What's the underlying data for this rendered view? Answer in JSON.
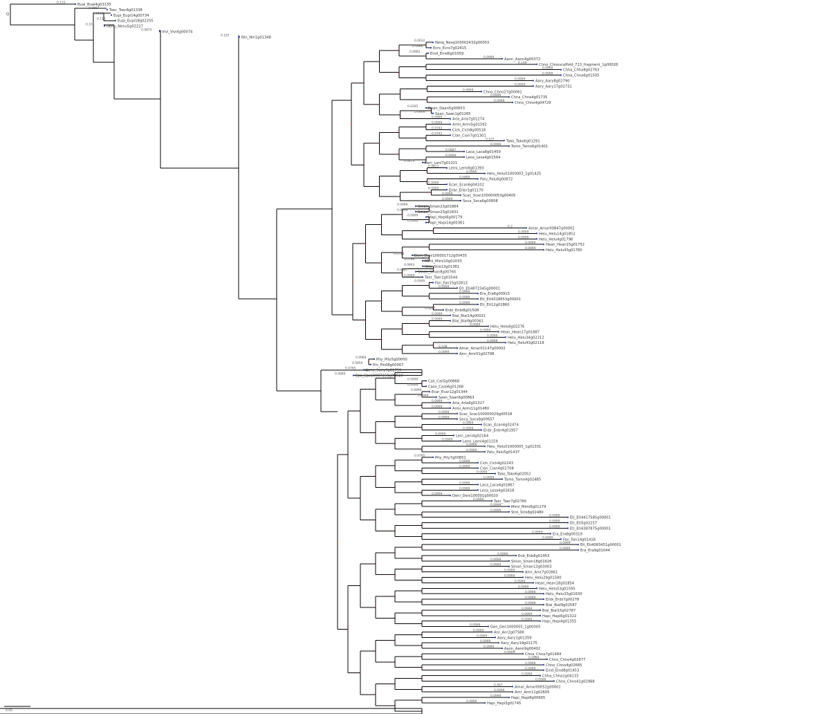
{
  "diagram": {
    "type": "phylogenetic-tree",
    "scale_label": "0.05",
    "root_label": "Q",
    "colors": {
      "branch": "#000000",
      "node_marker": "#c0392b",
      "leaf_marker": "#2a3fb5"
    }
  },
  "tips": [
    {
      "label": "Bual_Bual4g03135",
      "bl": "0.115"
    },
    {
      "label": "Tsec_Tsec6g01338",
      "bl": "0.0887"
    },
    {
      "label": "Eupi_Eupi14g00734",
      "bl": "0.0942"
    },
    {
      "label": "Eupi_Eupi18g02255",
      "bl": "0.116"
    },
    {
      "label": "Nenu_Nenu5g02217",
      "bl": "0.101"
    },
    {
      "label": "Vivi_Vivi4g00074",
      "bl": "0.0875"
    },
    {
      "label": "Nin_Nin1g01348",
      "bl": "0.187"
    },
    {
      "label": "Nesq_Nesq100002432g00053",
      "bl": "0.0632"
    },
    {
      "label": "Ecro_Ecro7g02415",
      "bl": "0.0966"
    },
    {
      "label": "Eind_Eind6g01059",
      "bl": "0.0882"
    },
    {
      "label": "Aann_Aann4g00372",
      "bl": "0.0999"
    },
    {
      "label": "Chno_Chnoscaffold_713_fragment_1g00028",
      "bl": "0.149"
    },
    {
      "label": "Chha_Chha8g02763",
      "bl": "0.0999"
    },
    {
      "label": "Chna_Chna6g01505",
      "bl": "0.0999"
    },
    {
      "label": "Aary_Aary8g02790",
      "bl": "0.0999"
    },
    {
      "label": "Aary_Aary17g02731",
      "bl": "0.0999"
    },
    {
      "label": "Chno_Chno27g00061",
      "bl": "0.0999"
    },
    {
      "label": "Chna_Chna4g01735",
      "bl": "0.0999"
    },
    {
      "label": "Chno_Chno4g04729",
      "bl": "0.0999"
    },
    {
      "label": "Dean_Dean5g00653",
      "bl": "0.0285"
    },
    {
      "label": "Saan_Saan1g01265",
      "bl": "0.0646"
    },
    {
      "label": "Aria_Aria7g01274",
      "bl": "0.0999"
    },
    {
      "label": "Armi_Armi5g01592",
      "bl": "0.0999"
    },
    {
      "label": "Cich_Cich8g00518",
      "bl": "0.0742"
    },
    {
      "label": "Cian_Cian7g01301",
      "bl": "0.0742"
    },
    {
      "label": "Tako_Tako6g01291",
      "bl": "0.107"
    },
    {
      "label": "Tamo_Tamo6g01401",
      "bl": "0.0999"
    },
    {
      "label": "Laca_Laca8g01459",
      "bl": "0.0887"
    },
    {
      "label": "Lesa_Lesa4g01564",
      "bl": "0.0999"
    },
    {
      "label": "Lani_Lani7g01321",
      "bl": "0.0475"
    },
    {
      "label": "Lemi_Lemi8g01393",
      "bl": "0.0813"
    },
    {
      "label": "Helu_Helu01000003_1g01425",
      "bl": "0.0999"
    },
    {
      "label": "Palu_Palu6g00872",
      "bl": "0.0869"
    },
    {
      "label": "Ecan_Ecan6g04102",
      "bl": "0.0999"
    },
    {
      "label": "Enbr_Enbr1g01170",
      "bl": "0.0999"
    },
    {
      "label": "Scac_Scac100000053g00405",
      "bl": "0.0999"
    },
    {
      "label": "Soca_Soca6g00958",
      "bl": "0.0999"
    },
    {
      "label": "Sman_Sman23g01884",
      "bl": "0.0999"
    },
    {
      "label": "Sman_Sman23g01831",
      "bl": "0.0999"
    },
    {
      "label": "Hapi_Hapi6g00179",
      "bl": "0.0999"
    },
    {
      "label": "Hapi_Hapi14g00361",
      "bl": "0.0999"
    },
    {
      "label": "Amar_Amar00847g00002",
      "bl": "0.2"
    },
    {
      "label": "Helu_Helu14g01852",
      "bl": "0.0999"
    },
    {
      "label": "Helu_Helu4g01798",
      "bl": "0.0999"
    },
    {
      "label": "Hean_Hean15g01752",
      "bl": "0.0999"
    },
    {
      "label": "Helu_Helu43g01780",
      "bl": "0.0999"
    },
    {
      "label": "Deni_Deni100001712g00435",
      "bl": "0.0748"
    },
    {
      "label": "Mimi_Mimi10g02033",
      "bl": "0.0766"
    },
    {
      "label": "Stro_Stro13g01381",
      "bl": "0.0863"
    },
    {
      "label": "Smon_Smon8g00765",
      "bl": "0.0887"
    },
    {
      "label": "Taer_Taer1g03544",
      "bl": "0.0969"
    },
    {
      "label": "Fan_Fan15g02813",
      "bl": "0.0999"
    },
    {
      "label": "Eti_Eti4872345g00001",
      "bl": "0.0999"
    },
    {
      "label": "Era_Era6g00915",
      "bl": "0.0999"
    },
    {
      "label": "Eti_Eti4318653g00001",
      "bl": "0.0999"
    },
    {
      "label": "Eti_Eti12g01860",
      "bl": "0.0999"
    },
    {
      "label": "Enbi_Enbi8g01508",
      "bl": "0.0857"
    },
    {
      "label": "Bial_Bial14g00021",
      "bl": "0.0999"
    },
    {
      "label": "Bial_Bial9g00361",
      "bl": "0.0999"
    },
    {
      "label": "Helu_Helu6g02276",
      "bl": "0.0999"
    },
    {
      "label": "Hean_Hean17g01887",
      "bl": "0.0999"
    },
    {
      "label": "Helu_Helu34g02212",
      "bl": "0.0999"
    },
    {
      "label": "Helu_Helu43g02118",
      "bl": "0.0999"
    },
    {
      "label": "Amar_Amar01147g00002",
      "bl": "0.108"
    },
    {
      "label": "Amr_Amr01g02798",
      "bl": "0.0999"
    },
    {
      "label": "Pity_Pity5g00000",
      "bl": "0.0968"
    },
    {
      "label": "Pin_Pin08g00007",
      "bl": "0.0856"
    },
    {
      "label": "Sony_Sony9g01759",
      "bl": "0.0765"
    },
    {
      "label": "Epa_Epa10007158g00010",
      "bl": "0.0889"
    },
    {
      "label": "Cali_Cali5g00868",
      "bl": "0.0999"
    },
    {
      "label": "Caso_Caso6g01268",
      "bl": "0.0999"
    },
    {
      "label": "Ecar_Ecar12g01344",
      "bl": "0.0999"
    },
    {
      "label": "Saan_Saan6g00863",
      "bl": "0.0999"
    },
    {
      "label": "Aria_Aria6g01317",
      "bl": "0.0999"
    },
    {
      "label": "Armi_Armi11g01480",
      "bl": "0.0999"
    },
    {
      "label": "Scac_Scac100000029g00518",
      "bl": "0.0999"
    },
    {
      "label": "Soca_Soca8g00657",
      "bl": "0.0999"
    },
    {
      "label": "Ecan_Ecan4g02474",
      "bl": "0.0999"
    },
    {
      "label": "Enbr_Enbr4g01957",
      "bl": "0.0999"
    },
    {
      "label": "Leni_Leni4g02164",
      "bl": "0.0999"
    },
    {
      "label": "Lemi_Lemi4g01159",
      "bl": "0.0999"
    },
    {
      "label": "Helu_Helu01000005_1g01331",
      "bl": "0.0999"
    },
    {
      "label": "Palu_Palu5g01437",
      "bl": "0.0999"
    },
    {
      "label": "Pity_Pity7g00851",
      "bl": "0.0795"
    },
    {
      "label": "Cich_Cich4g02243",
      "bl": "0.0999"
    },
    {
      "label": "Cian_Cian4g01708",
      "bl": "0.0999"
    },
    {
      "label": "Tako_Tako6g02052",
      "bl": "0.0999"
    },
    {
      "label": "Tamo_Tamo4g02485",
      "bl": "0.0999"
    },
    {
      "label": "Laca_Laca4g01867",
      "bl": "0.0999"
    },
    {
      "label": "Lesa_Lesa4g02618",
      "bl": "0.0999"
    },
    {
      "label": "Deni_Deni100001g00020",
      "bl": "0.0999"
    },
    {
      "label": "Taer_Taer7g02765",
      "bl": "0.0999"
    },
    {
      "label": "Mimi_Mimi6g01279",
      "bl": "0.0999"
    },
    {
      "label": "Stro_Stro8g02480",
      "bl": "0.0999"
    },
    {
      "label": "Eti_Eti4417585g00001",
      "bl": "0.0999"
    },
    {
      "label": "Eti_Eti5g02257",
      "bl": "0.0999"
    },
    {
      "label": "Eti_Eti4387875g00001",
      "bl": "0.0999"
    },
    {
      "label": "Era_Era8g00319",
      "bl": "0.0999"
    },
    {
      "label": "Fan_Fan14g01418",
      "bl": "0.0999"
    },
    {
      "label": "Eti_Eti4083451g00001",
      "bl": "0.0999"
    },
    {
      "label": "Era_Era9g01044",
      "bl": "0.0999"
    },
    {
      "label": "Enb_Enb8g01953",
      "bl": "0.0999"
    },
    {
      "label": "Smon_Smon18g01626",
      "bl": "0.0999"
    },
    {
      "label": "Sman_Sman13g03003",
      "bl": "0.0999"
    },
    {
      "label": "Amr_Amr7g02861",
      "bl": "0.0999"
    },
    {
      "label": "Helu_Helu29g01580",
      "bl": "0.0999"
    },
    {
      "label": "Hean_Hean18g01854",
      "bl": "0.0999"
    },
    {
      "label": "Helu_Helu53g01595",
      "bl": "0.0999"
    },
    {
      "label": "Helu_Helu33g01630",
      "bl": "0.0999"
    },
    {
      "label": "Enbi_Enbi7g00278",
      "bl": "0.0999"
    },
    {
      "label": "Bial_Bial9g02587",
      "bl": "0.0999"
    },
    {
      "label": "Bial_Bial15g02787",
      "bl": "0.0999"
    },
    {
      "label": "Hapi_Hapi6g01322",
      "bl": "0.0999"
    },
    {
      "label": "Hapi_Hapi4g01355",
      "bl": "0.0999"
    },
    {
      "label": "Gen_Gen1000055_1g00005",
      "bl": "0.0999"
    },
    {
      "label": "Anr_Anr2g07588",
      "bl": "0.0999"
    },
    {
      "label": "Aary_Aary1g01359",
      "bl": "0.0999"
    },
    {
      "label": "Aary_Aary19g01175",
      "bl": "0.0999"
    },
    {
      "label": "Aann_Aann9g00402",
      "bl": "0.0999"
    },
    {
      "label": "Chna_Chna7g01484",
      "bl": "0.0999"
    },
    {
      "label": "Chno_Chno4g02877",
      "bl": "0.0999"
    },
    {
      "label": "Chno_Chno4g02685",
      "bl": "0.0999"
    },
    {
      "label": "Eind_Eind8g01453",
      "bl": "0.0999"
    },
    {
      "label": "Chha_Chha1g04133",
      "bl": "0.0999"
    },
    {
      "label": "Chno_Chno41g02968",
      "bl": "0.0999"
    },
    {
      "label": "Amar_Amar00052g00001",
      "bl": "0.467"
    },
    {
      "label": "Amr_Amr11g02605",
      "bl": "0.0999"
    },
    {
      "label": "Hapi_Hapi8g00665",
      "bl": "0.0999"
    },
    {
      "label": "Hapi_Hapi3g01745",
      "bl": "0.0999"
    }
  ]
}
